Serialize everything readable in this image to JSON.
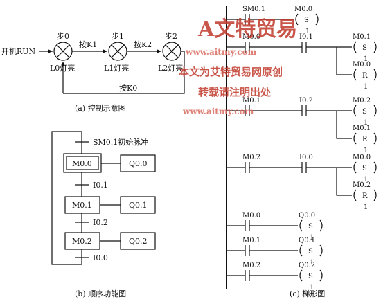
{
  "watermark": {
    "logo_text": "A文特贸易",
    "url": "www.aitmy.com",
    "line1": "本文为艾特贸易网原创",
    "line2": "转载请注明出处"
  },
  "panel_a": {
    "caption": "(a) 控制示意图",
    "run_label": "开机RUN",
    "steps": [
      {
        "name": "步0",
        "lamp": "L0灯亮"
      },
      {
        "name": "步1",
        "lamp": "L1灯亮"
      },
      {
        "name": "步2",
        "lamp": "L2灯亮"
      }
    ],
    "transitions": [
      "按K1",
      "按K2"
    ],
    "return_label": "按K0"
  },
  "panel_b": {
    "caption": "(b) 顺序功能图",
    "init_label": "SM0.1初始脉冲",
    "steps": [
      {
        "step": "M0.0",
        "output": "Q0.0"
      },
      {
        "step": "M0.1",
        "output": "Q0.1"
      },
      {
        "step": "M0.2",
        "output": "Q0.2"
      }
    ],
    "conditions": [
      "I0.1",
      "I0.2",
      "I0.0"
    ]
  },
  "panel_c": {
    "caption": "(c) 梯形图",
    "rung1": {
      "contact": "SM0.1",
      "coil": "M0.0",
      "op": "S",
      "n": "1"
    },
    "rungs": [
      {
        "c1": "M0.0",
        "c2": "I0.1",
        "set": "M0.1",
        "reset": "M0.0",
        "n": "1"
      },
      {
        "c1": "M0.1",
        "c2": "I0.2",
        "set": "M0.2",
        "reset": "M0.1",
        "n": "1"
      },
      {
        "c1": "M0.2",
        "c2": "I0.0",
        "set": "M0.0",
        "reset": "M0.2",
        "n": "1"
      }
    ],
    "out_rungs": [
      {
        "c": "M0.0",
        "coil": "Q0.0",
        "op": "S",
        "n": "1"
      },
      {
        "c": "M0.1",
        "coil": "Q0.1",
        "op": "S",
        "n": "1"
      },
      {
        "c": "M0.2",
        "coil": "Q0.2",
        "op": "S",
        "n": "1"
      }
    ],
    "set_op": "S",
    "reset_op": "R"
  }
}
